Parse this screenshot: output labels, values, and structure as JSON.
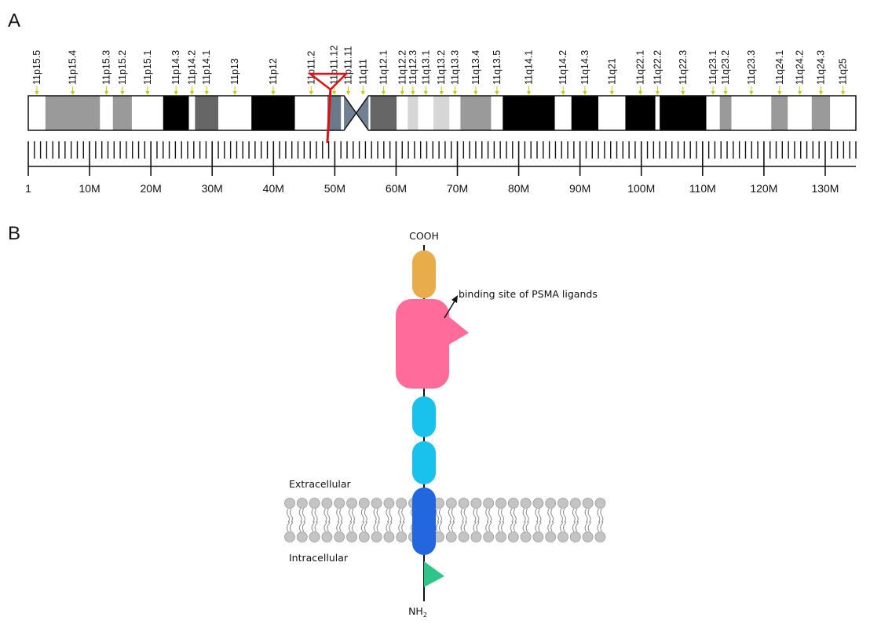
{
  "panel_a": {
    "label": "A",
    "chromosome": {
      "length_mb": 135,
      "centromere_mb": [
        51.5,
        55.5
      ],
      "marked_position_mb": 49.3,
      "marker_color": "#e01010",
      "bands": [
        {
          "name": "11p15.5",
          "start": 0.0,
          "end": 2.8,
          "stain": "white"
        },
        {
          "name": "11p15.4",
          "start": 2.8,
          "end": 11.7,
          "stain": "gray"
        },
        {
          "name": "11p15.3",
          "start": 11.7,
          "end": 13.8,
          "stain": "white"
        },
        {
          "name": "11p15.2",
          "start": 13.8,
          "end": 16.9,
          "stain": "gray"
        },
        {
          "name": "11p15.1",
          "start": 16.9,
          "end": 22.0,
          "stain": "white"
        },
        {
          "name": "11p14.3",
          "start": 22.0,
          "end": 26.2,
          "stain": "black"
        },
        {
          "name": "11p14.2",
          "start": 26.2,
          "end": 27.2,
          "stain": "white"
        },
        {
          "name": "11p14.1",
          "start": 27.2,
          "end": 31.0,
          "stain": "darkgray"
        },
        {
          "name": "11p13",
          "start": 31.0,
          "end": 36.4,
          "stain": "white"
        },
        {
          "name": "11p12",
          "start": 36.4,
          "end": 43.5,
          "stain": "black"
        },
        {
          "name": "11p11.2",
          "start": 43.5,
          "end": 48.8,
          "stain": "white"
        },
        {
          "name": "11p11.12",
          "start": 48.8,
          "end": 51.0,
          "stain": "slate"
        },
        {
          "name": "11p11.11",
          "start": 51.0,
          "end": 53.4,
          "stain": "cen"
        },
        {
          "name": "11q11",
          "start": 53.4,
          "end": 55.8,
          "stain": "cen"
        },
        {
          "name": "11q12.1",
          "start": 55.8,
          "end": 60.1,
          "stain": "darkgray"
        },
        {
          "name": "11q12.2",
          "start": 60.1,
          "end": 61.9,
          "stain": "white"
        },
        {
          "name": "11q12.3",
          "start": 61.9,
          "end": 63.6,
          "stain": "lightgray"
        },
        {
          "name": "11q13.1",
          "start": 63.6,
          "end": 66.1,
          "stain": "white"
        },
        {
          "name": "11q13.2",
          "start": 66.1,
          "end": 68.7,
          "stain": "lightgray"
        },
        {
          "name": "11q13.3",
          "start": 68.7,
          "end": 70.5,
          "stain": "white"
        },
        {
          "name": "11q13.4",
          "start": 70.5,
          "end": 75.5,
          "stain": "gray"
        },
        {
          "name": "11q13.5",
          "start": 75.5,
          "end": 77.4,
          "stain": "white"
        },
        {
          "name": "11q14.1",
          "start": 77.4,
          "end": 85.9,
          "stain": "black"
        },
        {
          "name": "11q14.2",
          "start": 85.9,
          "end": 88.6,
          "stain": "white"
        },
        {
          "name": "11q14.3",
          "start": 88.6,
          "end": 93.0,
          "stain": "black"
        },
        {
          "name": "11q21",
          "start": 93.0,
          "end": 97.4,
          "stain": "white"
        },
        {
          "name": "11q22.1",
          "start": 97.4,
          "end": 102.3,
          "stain": "black"
        },
        {
          "name": "11q22.2",
          "start": 102.3,
          "end": 103.0,
          "stain": "white"
        },
        {
          "name": "11q22.3",
          "start": 103.0,
          "end": 110.6,
          "stain": "black"
        },
        {
          "name": "11q23.1",
          "start": 110.6,
          "end": 112.8,
          "stain": "white"
        },
        {
          "name": "11q23.2",
          "start": 112.8,
          "end": 114.7,
          "stain": "gray"
        },
        {
          "name": "11q23.3",
          "start": 114.7,
          "end": 121.2,
          "stain": "white"
        },
        {
          "name": "11q24.1",
          "start": 121.2,
          "end": 123.9,
          "stain": "gray"
        },
        {
          "name": "11q24.2",
          "start": 123.9,
          "end": 127.8,
          "stain": "white"
        },
        {
          "name": "11q24.3",
          "start": 127.8,
          "end": 130.8,
          "stain": "gray"
        },
        {
          "name": "11q25",
          "start": 130.8,
          "end": 135.0,
          "stain": "white"
        }
      ],
      "stain_colors": {
        "white": "#ffffff",
        "gray": "#9a9a9a",
        "darkgray": "#666666",
        "lightgray": "#d6d6d6",
        "black": "#000000",
        "slate": "#6b7a8a",
        "cen": "#6f8192"
      },
      "tick_color": "#c8c800"
    },
    "axis": {
      "ticks": [
        {
          "value": 1,
          "label": "1"
        },
        {
          "value": 10,
          "label": "10M"
        },
        {
          "value": 20,
          "label": "20M"
        },
        {
          "value": 30,
          "label": "30M"
        },
        {
          "value": 40,
          "label": "40M"
        },
        {
          "value": 50,
          "label": "50M"
        },
        {
          "value": 60,
          "label": "60M"
        },
        {
          "value": 70,
          "label": "70M"
        },
        {
          "value": 80,
          "label": "80M"
        },
        {
          "value": 90,
          "label": "90M"
        },
        {
          "value": 100,
          "label": "100M"
        },
        {
          "value": 110,
          "label": "110M"
        },
        {
          "value": 120,
          "label": "120M"
        },
        {
          "value": 130,
          "label": "130M"
        }
      ]
    }
  },
  "panel_b": {
    "label": "B",
    "cooh_label": "COOH",
    "binding_site_label": "binding site of PSMA ligands",
    "extracellular_label": "Extracellular",
    "intracellular_label": "Intracellular",
    "nh2_label": "NH",
    "nh2_subscript": "2",
    "colors": {
      "orange_domain": "#e8ac4a",
      "pink_domain": "#ff6b9a",
      "cyan_domain": "#18c2ec",
      "tm_domain": "#2267e0",
      "green_flag": "#2fc48a",
      "lipid_head": "#c4c4c4"
    }
  }
}
